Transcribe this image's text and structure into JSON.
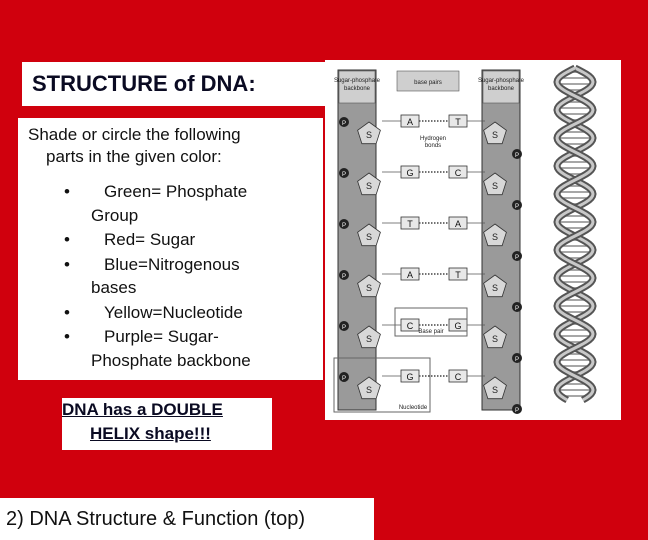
{
  "slide": {
    "title": "STRUCTURE of DNA:",
    "intro_line1": "Shade or circle the following",
    "intro_line2": "parts in the given color:",
    "bullets": [
      {
        "line1": "Green= Phosphate",
        "line2": "Group"
      },
      {
        "line1": "Red= Sugar",
        "line2": ""
      },
      {
        "line1": "Blue=Nitrogenous",
        "line2": "bases"
      },
      {
        "line1": "Yellow=Nucleotide",
        "line2": ""
      },
      {
        "line1": "Purple= Sugar-",
        "line2": "Phosphate backbone"
      }
    ],
    "bullet_char": "•",
    "note_line1": "DNA has a DOUBLE",
    "note_line2": "HELIX shape!!!",
    "footer": "2) DNA Structure & Function (top)",
    "background_color": "#d0000d"
  },
  "figure": {
    "left_header": "Sugar-phosphate backbone",
    "center_header": "base pairs",
    "right_header": "Sugar-phosphate backbone",
    "phosphate_label": "P",
    "sugar_label": "S",
    "hydrogen_label": "Hydrogen bonds",
    "base_pair_label": "Base pair",
    "nucleotide_label": "Nucleotide",
    "pairs": [
      {
        "left": "A",
        "right": "T"
      },
      {
        "left": "G",
        "right": "C"
      },
      {
        "left": "T",
        "right": "A"
      },
      {
        "left": "A",
        "right": "T"
      },
      {
        "left": "C",
        "right": "G"
      },
      {
        "left": "G",
        "right": "C"
      }
    ]
  }
}
